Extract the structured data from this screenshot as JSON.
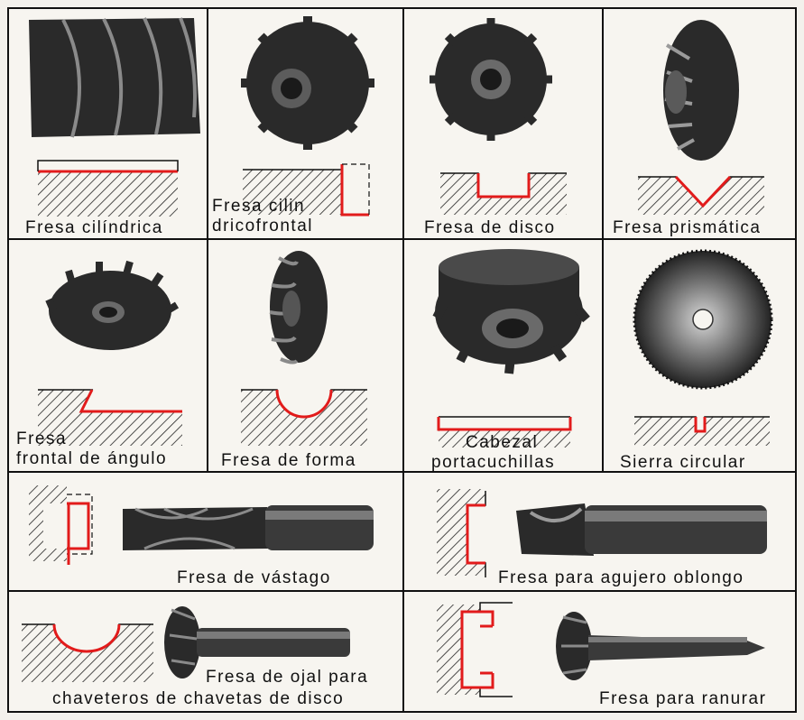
{
  "colors": {
    "line": "#e21b1b",
    "ink": "#111111",
    "paper": "#f7f5f0",
    "metal": "#2a2a2a"
  },
  "tools": [
    {
      "label": "Fresa cilíndrica",
      "icon": "cylindrical-cutter-icon"
    },
    {
      "label_line1": "Fresa cilin",
      "label_line2": "dricofrontal",
      "icon": "shell-end-mill-icon"
    },
    {
      "label": "Fresa de disco",
      "icon": "disc-cutter-icon"
    },
    {
      "label": "Fresa prismática",
      "icon": "double-angle-cutter-icon"
    },
    {
      "label_line1": "Fresa",
      "label_line2": "frontal de ángulo",
      "icon": "angle-cutter-icon"
    },
    {
      "label": "Fresa de forma",
      "icon": "form-cutter-icon"
    },
    {
      "label_line1": "Cabezal",
      "label_line2": "portacuchillas",
      "icon": "cutter-head-icon"
    },
    {
      "label": "Sierra circular",
      "icon": "circular-saw-icon"
    },
    {
      "label": "Fresa de vástago",
      "icon": "shank-end-mill-icon"
    },
    {
      "label": "Fresa para agujero oblongo",
      "icon": "slot-drill-icon"
    },
    {
      "label_line1": "Fresa de ojal para",
      "label_line2": "chaveteros de chavetas de disco",
      "icon": "woodruff-cutter-icon"
    },
    {
      "label": "Fresa para ranurar",
      "icon": "t-slot-cutter-icon"
    }
  ]
}
